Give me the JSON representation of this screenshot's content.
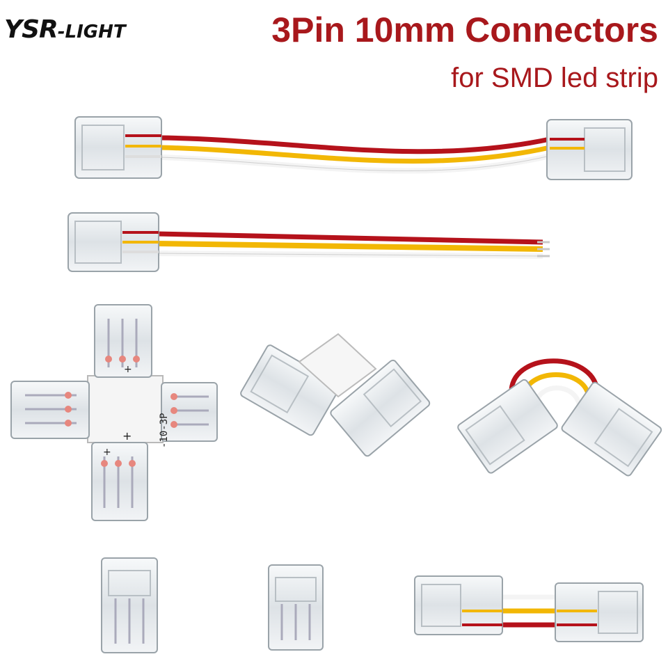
{
  "brand": {
    "main": "YSR",
    "rest": "-LIGHT"
  },
  "header": {
    "title": "3Pin 10mm Connectors",
    "subtitle": "for SMD led strip"
  },
  "marking": {
    "plus": "+",
    "code": "-10-3P"
  },
  "colors": {
    "accent": "#a8181c",
    "text": "#111111",
    "wire_red": "#b5121b",
    "wire_yellow": "#f2b705",
    "wire_white": "#f4f4f4",
    "connector": "#e8ecef"
  }
}
